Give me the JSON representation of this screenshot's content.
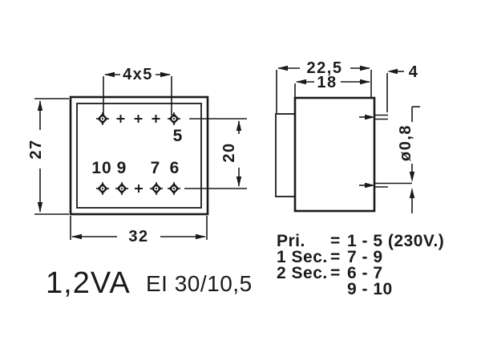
{
  "front_view": {
    "pin_spacing_label": "4x5",
    "height_label": "27",
    "width_label": "32",
    "row_spacing_label": "20",
    "pin5_label": "5",
    "bottom_pin_labels": [
      "10",
      "9",
      "7",
      "6"
    ]
  },
  "side_view": {
    "total_depth_label": "22,5",
    "body_depth_label": "18",
    "pin_offset_label": "4",
    "pin_diameter_label": "ø0,8"
  },
  "footer": {
    "power_rating": "1,2VA",
    "core_type": "EI 30/10,5"
  },
  "connections": {
    "rows": [
      {
        "label": "Pri.",
        "eq": "=",
        "value": "1 - 5 (230V.)"
      },
      {
        "label": "1 Sec.",
        "eq": "=",
        "value": "7 - 9"
      },
      {
        "label": "2 Sec.",
        "eq": "=",
        "value": "6 - 7"
      },
      {
        "label": "",
        "eq": "",
        "value": "9 - 10"
      }
    ]
  },
  "colors": {
    "ink": "#1a1a1a",
    "paper": "#ffffff"
  }
}
